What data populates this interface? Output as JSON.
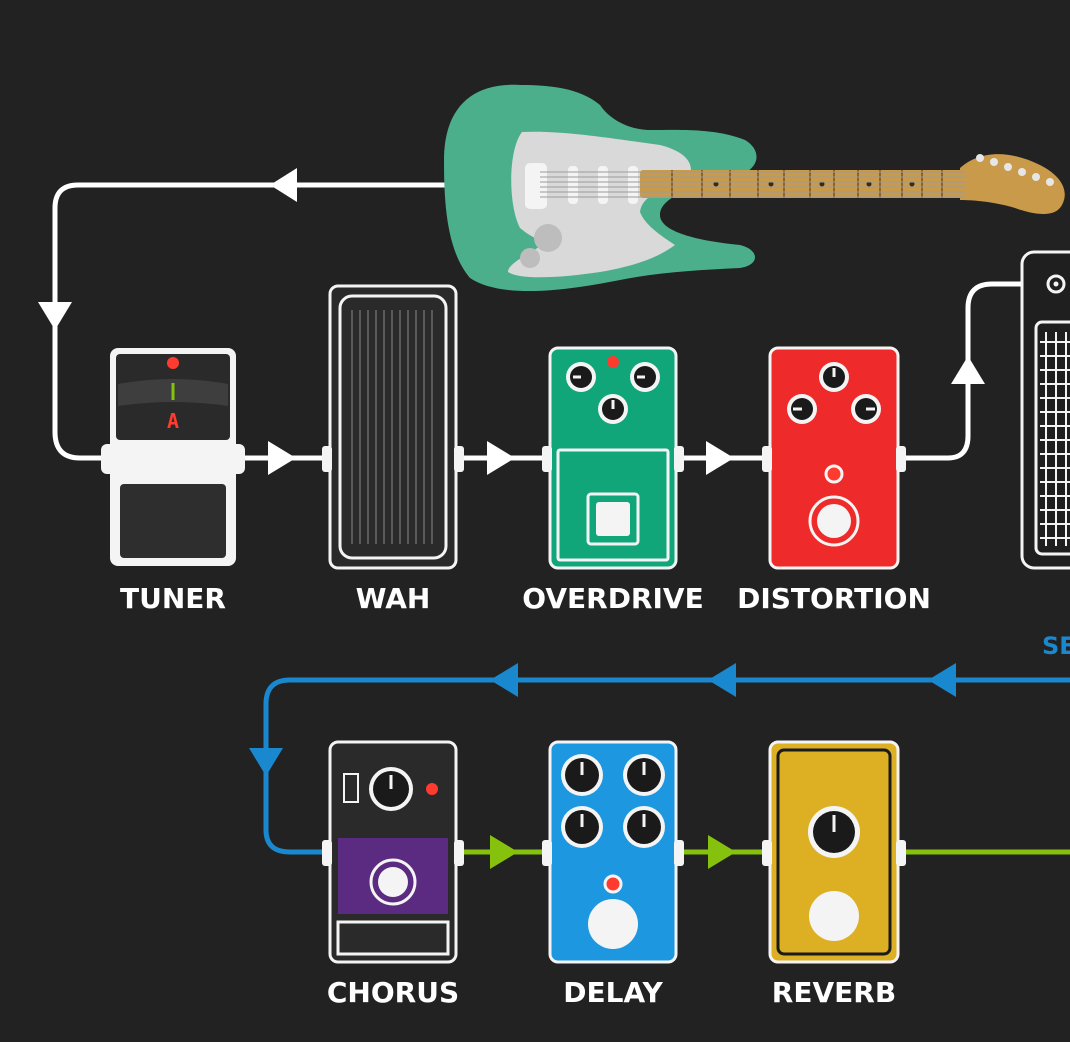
{
  "colors": {
    "background": "#222222",
    "signal_white": "#ffffff",
    "send_blue": "#1a88cf",
    "return_green": "#86c20d",
    "guitar_body": "#4caf8c",
    "overdrive": "#10a67a",
    "distortion": "#ee2a2a",
    "chorus_panel": "#5a2b80",
    "delay": "#1d97e0",
    "reverb": "#dcb022",
    "led_red": "#ff3b30"
  },
  "pedals": {
    "tuner": {
      "label": "TUNER",
      "display_note": "A"
    },
    "wah": {
      "label": "WAH"
    },
    "overdrive": {
      "label": "OVERDRIVE"
    },
    "distortion": {
      "label": "DISTORTION"
    },
    "chorus": {
      "label": "CHORUS"
    },
    "delay": {
      "label": "DELAY"
    },
    "reverb": {
      "label": "REVERB"
    }
  },
  "amp": {
    "send_label": "SE"
  }
}
